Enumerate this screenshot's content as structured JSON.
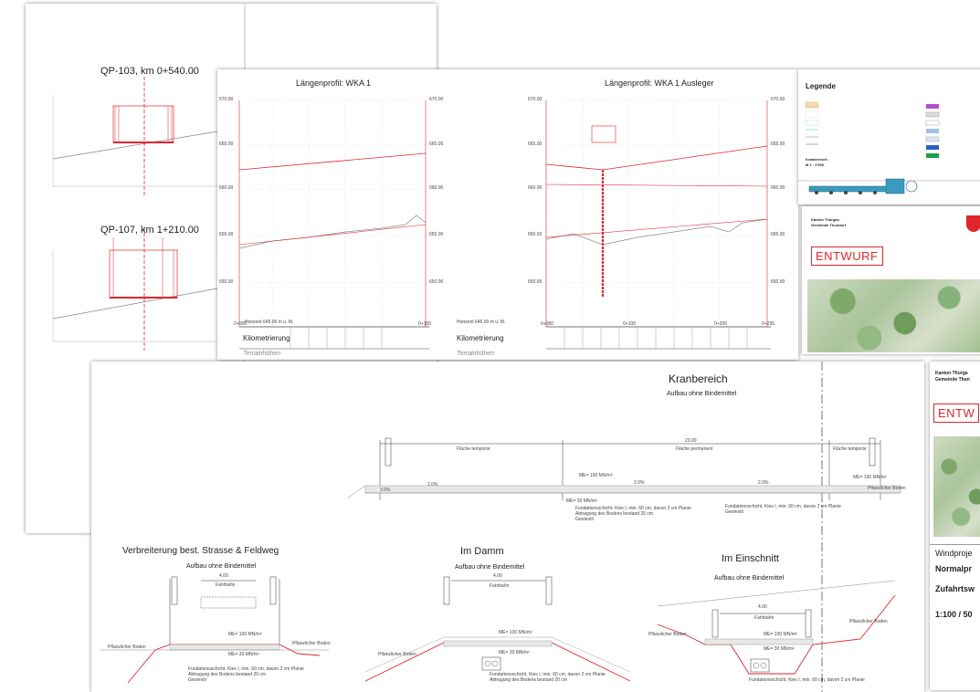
{
  "sheet_left": {
    "profile1_title": "QP-103, km 0+540.00",
    "profile2_title": "QP-107, km 1+210.00"
  },
  "sheet_middle": {
    "chart1_title": "Längenprofil: WKA 1",
    "chart2_title": "Längenprofil: WKA 1 Ausleger",
    "y_ticks": [
      "670.00",
      "665.00",
      "660.00",
      "655.00",
      "650.00"
    ],
    "chart1_start_km": "0+000",
    "chart1_end_km": "0+100",
    "chart2_start_km": "0+000",
    "chart2_mid1_km": "0+100",
    "chart2_mid2_km": "0+200",
    "chart2_end_km": "0+235",
    "horizont1": "Horizont 645.00 m ü. M.",
    "horizont2": "Horizont 645.00 m ü. M.",
    "kilometrierung": "Kilometrierung",
    "terrainhoehen": "Terrainhöhen"
  },
  "sheet_right_top": {
    "legend_title": "Legende",
    "kranbereich_note": "Kranbereich:",
    "scale_note": "M 1 : 2'500"
  },
  "sheet_right_middle": {
    "canton": "Kanton Thurgau",
    "gemeinde": "Gemeinde Thundorf",
    "stamp": "ENTWURF"
  },
  "sheet_right_bottom": {
    "canton": "Kanton Thurga",
    "gemeinde": "Gemeinde Thun",
    "stamp": "ENTW",
    "project": "Windproje",
    "normal": "Normalpr",
    "zufahrt": "Zufahrtsw",
    "scale": "1:100 / 50"
  },
  "sheet_front": {
    "kran_title": "Kranbereich",
    "kran_subtitle": "Aufbau ohne Bindemittel",
    "flaeche_temporaer": "Fläche temporär",
    "flaeche_permanent": "Fläche permanent",
    "dim_center": "23.00",
    "m_value_100": "ME= 100 MN/m²",
    "m_value_30": "ME= 30 MN/m²",
    "pflanzlicher_boden": "Pflanzlicher Boden",
    "section1_title": "Verbreiterung best. Strasse & Feldweg",
    "section1_subtitle": "Aufbau ohne Bindemittel",
    "section1_width": "4.00",
    "section1_label": "Fahrbahn",
    "section2_title": "Im Damm",
    "section2_subtitle": "Aufbau ohne Bindemittel",
    "section2_width": "4.00",
    "section2_label": "Fahrbahn",
    "section3_title": "Im Einschnitt",
    "section3_subtitle": "Aufbau ohne Bindemittel",
    "section3_width": "4.00",
    "section3_label": "Fahrbahn",
    "fundation_note": "Fundationsschicht, Kies I, min. 60 cm, davon 2 cm Planie",
    "abtrag_note": "Abtragung des Bodens bestand 20 cm",
    "geotextil": "Geotextil",
    "slope_3_0": "3.0%",
    "slope_2_0": "2.0%"
  },
  "colors": {
    "drawing_red": "#e0262b",
    "shadow": "#7a7a7a",
    "legend_purple": "#b04fc8",
    "legend_blue": "#2a5fc4",
    "legend_green": "#1c9d4a",
    "legend_lightblue": "#9ec3e6",
    "equipment_teal": "#3b9bbf"
  }
}
